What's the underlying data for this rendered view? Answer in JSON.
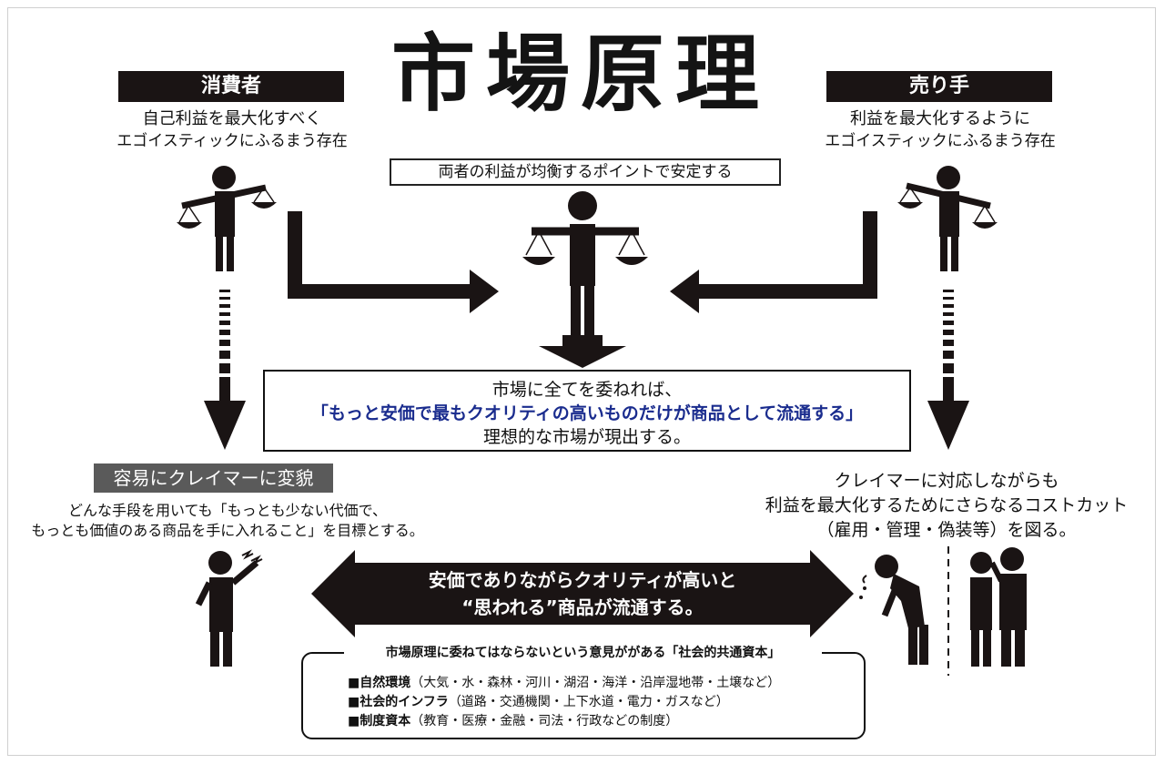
{
  "title": "市場原理",
  "consumer": {
    "label": "消費者",
    "line1": "自己利益を最大化すべく",
    "line2": "エゴイスティックにふるまう存在"
  },
  "seller": {
    "label": "売り手",
    "line1": "利益を最大化するように",
    "line2": "エゴイスティックにふるまう存在"
  },
  "balance_box": "両者の利益が均衡するポイントで安定する",
  "center": {
    "line1": "市場に全てを委ねれば、",
    "line2": "「もっと安価で最もクオリティの高いものだけが商品として流通する」",
    "line3": "理想的な市場が現出する。"
  },
  "claimer": {
    "label": "容易にクレイマーに変貌",
    "line1": "どんな手段を用いても「もっとも少ない代価で、",
    "line2": "もっとも価値のある商品を手に入れること」を目標とする。"
  },
  "seller_result": {
    "line1": "クレイマーに対応しながらも",
    "line2": "利益を最大化するためにさらなるコストカット",
    "line3": "（雇用・管理・偽装等）を図る。"
  },
  "double_arrow": {
    "line1": "安価でありながらクオリティが高いと",
    "line2": "“思われる”商品が流通する。"
  },
  "common_capital": {
    "title": "市場原理に委ねてはならないという意見ががある「社会的共通資本」",
    "items": [
      {
        "head": "■自然環境",
        "body": "（大気・水・森林・河川・湖沼・海洋・沿岸湿地帯・土壌など）"
      },
      {
        "head": "■社会的インフラ",
        "body": "（道路・交通機関・上下水道・電力・ガスなど）"
      },
      {
        "head": "■制度資本",
        "body": "（教育・医療・金融・司法・行政などの制度）"
      }
    ]
  },
  "colors": {
    "ink": "#1a1414",
    "accent_blue": "#1a2c8e",
    "label_gray": "#5a5a5a"
  }
}
